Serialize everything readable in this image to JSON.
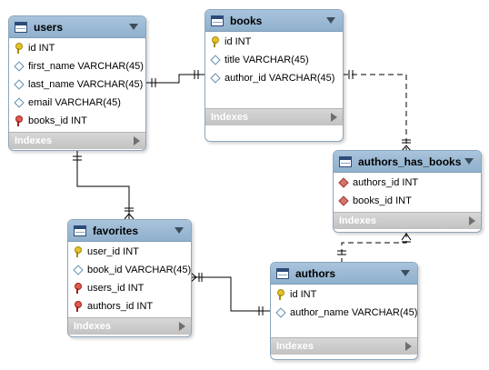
{
  "diagram": {
    "tables": [
      {
        "name": "users",
        "columns": [
          {
            "text": "id INT",
            "icon": "primary-key"
          },
          {
            "text": "first_name VARCHAR(45)",
            "icon": "column-diamond"
          },
          {
            "text": "last_name VARCHAR(45)",
            "icon": "column-diamond"
          },
          {
            "text": "email VARCHAR(45)",
            "icon": "column-diamond"
          },
          {
            "text": "books_id INT",
            "icon": "foreign-key"
          }
        ],
        "indexes_label": "Indexes"
      },
      {
        "name": "books",
        "columns": [
          {
            "text": "id INT",
            "icon": "primary-key"
          },
          {
            "text": "title VARCHAR(45)",
            "icon": "column-diamond"
          },
          {
            "text": "author_id VARCHAR(45)",
            "icon": "column-diamond"
          }
        ],
        "indexes_label": "Indexes"
      },
      {
        "name": "authors_has_books",
        "columns": [
          {
            "text": "authors_id INT",
            "icon": "foreign-key-diamond"
          },
          {
            "text": "books_id INT",
            "icon": "foreign-key-diamond"
          }
        ],
        "indexes_label": "Indexes"
      },
      {
        "name": "favorites",
        "columns": [
          {
            "text": "user_id INT",
            "icon": "primary-key"
          },
          {
            "text": "book_id VARCHAR(45)",
            "icon": "column-diamond"
          },
          {
            "text": "users_id INT",
            "icon": "foreign-key"
          },
          {
            "text": "authors_id INT",
            "icon": "foreign-key"
          }
        ],
        "indexes_label": "Indexes"
      },
      {
        "name": "authors",
        "columns": [
          {
            "text": "id INT",
            "icon": "primary-key"
          },
          {
            "text": "author_name VARCHAR(45)",
            "icon": "column-diamond"
          }
        ],
        "indexes_label": "Indexes"
      }
    ],
    "relationships": [
      {
        "from": "users",
        "to": "books",
        "style": "solid"
      },
      {
        "from": "users",
        "to": "favorites",
        "style": "solid"
      },
      {
        "from": "favorites",
        "to": "authors",
        "style": "solid"
      },
      {
        "from": "books",
        "to": "authors_has_books",
        "style": "dashed"
      },
      {
        "from": "authors_has_books",
        "to": "authors",
        "style": "dashed"
      }
    ]
  }
}
